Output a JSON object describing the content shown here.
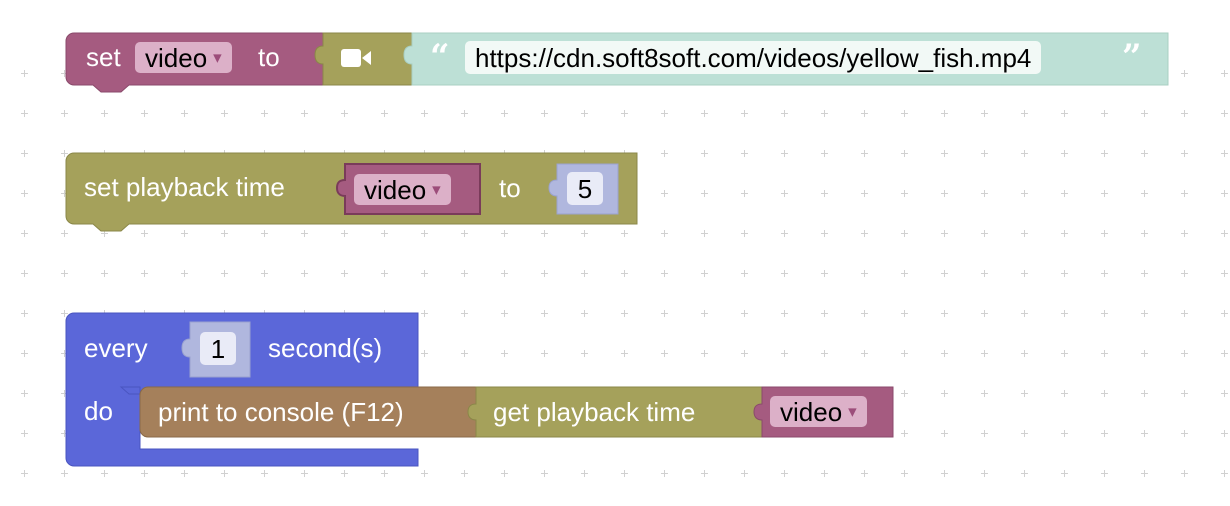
{
  "block1": {
    "set_label": "set",
    "variable": "video",
    "to_label": "to",
    "icon": "video-camera-icon",
    "url": "https://cdn.soft8soft.com/videos/yellow_fish.mp4",
    "open_quote": "“",
    "close_quote": "”"
  },
  "block2": {
    "label": "set playback time",
    "variable": "video",
    "to_label": "to",
    "value": "5"
  },
  "block3": {
    "every_label": "every",
    "interval": "1",
    "unit_label": "second(s)",
    "do_label": "do",
    "print_label": "print to console (F12)",
    "get_label": "get playback time",
    "variable": "video"
  },
  "dropdown_arrow": "▾",
  "colors": {
    "variables": "#a55b80",
    "media": "#a5a15b",
    "text": "#bde0d6",
    "math": "#b0b7de",
    "loop": "#5b67d9",
    "print": "#a5805b"
  }
}
